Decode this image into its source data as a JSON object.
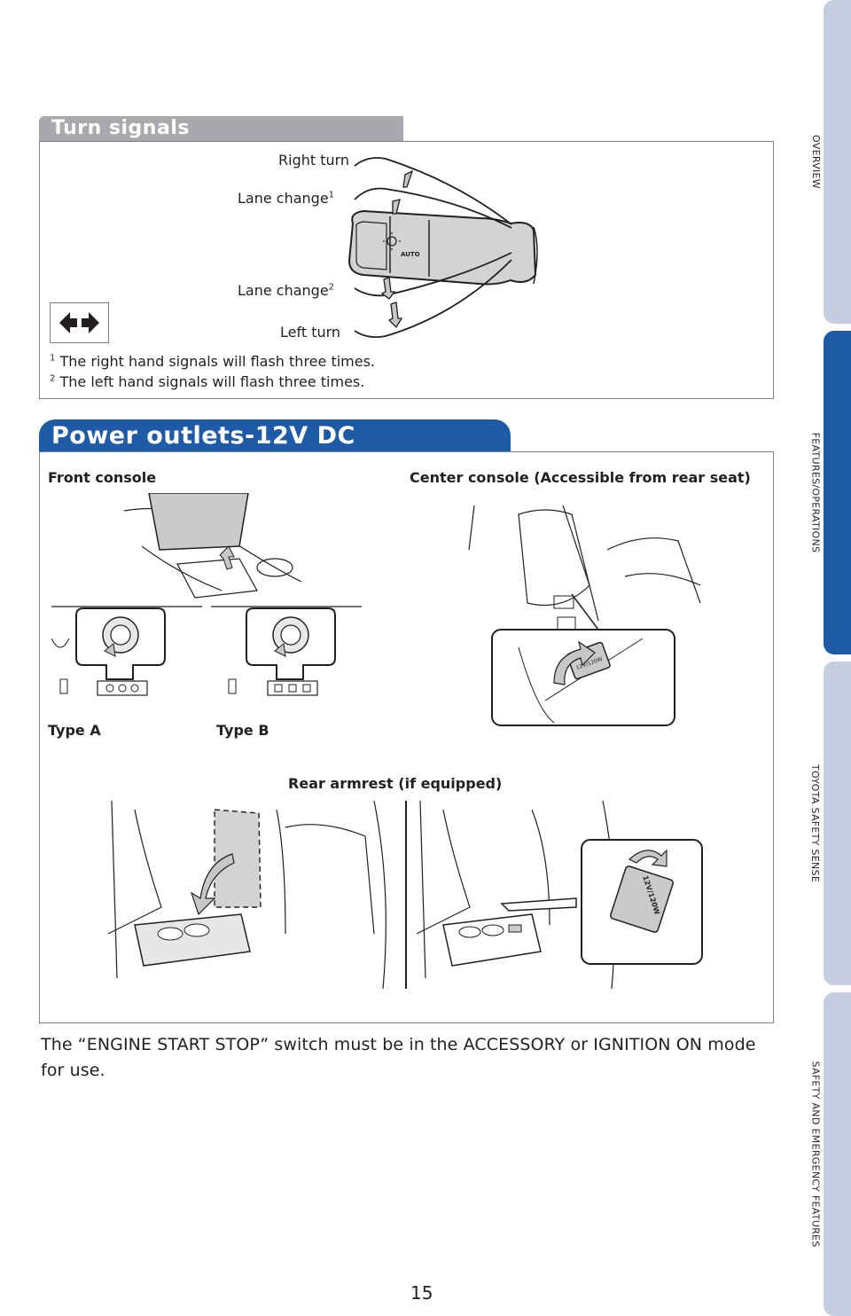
{
  "side_nav": [
    {
      "label": "OVERVIEW",
      "active": false
    },
    {
      "label": "FEATURES/OPERATIONS",
      "active": true
    },
    {
      "label": "TOYOTA SAFETY SENSE",
      "active": false
    },
    {
      "label": "SAFETY AND EMERGENCY FEATURES",
      "active": false
    }
  ],
  "turn_signals": {
    "title": "Turn signals",
    "labels": {
      "right_turn": "Right turn",
      "lane_change_up": "Lane change",
      "lane_change_up_sup": "1",
      "lane_change_down": "Lane change",
      "lane_change_down_sup": "2",
      "left_turn": "Left turn"
    },
    "lever_text": "AUTO",
    "notes": [
      {
        "marker": "1",
        "text": "The right hand signals will flash three times."
      },
      {
        "marker": "2",
        "text": "The left hand signals will flash three times."
      }
    ]
  },
  "power_outlets": {
    "title": "Power outlets-12V DC",
    "front_console": "Front console",
    "center_console": "Center console (Accessible from rear seat)",
    "type_a": "Type A",
    "type_b": "Type B",
    "rear_armrest": "Rear armrest (if equipped)",
    "outlet_text": "12V/120W"
  },
  "body_text": "The “ENGINE START STOP” switch must be in the ACCESSORY or IGNITION ON mode for use.",
  "page_number": "15",
  "colors": {
    "accent": "#1f5aa6",
    "tab_inactive": "#c5cde0",
    "header_gray": "#a7a9ac"
  }
}
